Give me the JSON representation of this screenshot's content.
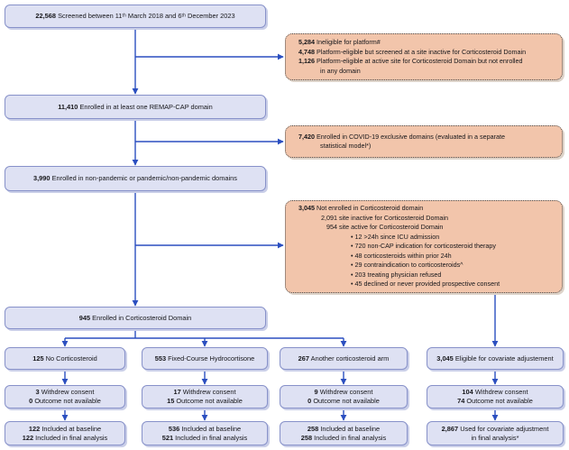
{
  "colors": {
    "box_fill": "#dee1f3",
    "box_border": "#8791c9",
    "exclusion_fill": "#f2c5ab",
    "exclusion_border": "#4d4d4d",
    "arrow": "#2b4fc0"
  },
  "main_flow": [
    {
      "n": "22,568",
      "text": "Screened between 11ᵗʰ March 2018 and 6ᵗʰ December 2023"
    },
    {
      "n": "11,410",
      "text": "Enrolled in at least one REMAP-CAP domain"
    },
    {
      "n": "3,990",
      "text": "Enrolled in non-pandemic or pandemic/non-pandemic domains"
    },
    {
      "n": "945",
      "text": "Enrolled in Corticosteroid Domain"
    }
  ],
  "exclusions": {
    "ineligible": {
      "lines": [
        {
          "n": "5,284",
          "text": "Ineligible for platform#"
        },
        {
          "n": "4,748",
          "text": "Platform-eligible but screened at a site inactive for Corticosteroid Domain"
        },
        {
          "n": "1,126",
          "text": "Platform-eligible at active site for Corticosteroid Domain but not enrolled"
        }
      ],
      "cont": "in any domain"
    },
    "covid_exclusive": {
      "n": "7,420",
      "text": "Enrolled in COVID-19 exclusive domains (evaluated in a separate",
      "cont": "statistical model*)"
    },
    "not_enrolled": {
      "n": "3,045",
      "text": "Not enrolled in Corticosteroid domain",
      "site_inactive": "2,091 site inactive for Corticosteroid Domain",
      "site_active": "954 site active for Corticosteroid Domain",
      "reasons": [
        "• 12 >24h since ICU admission",
        "• 720 non-CAP indication for corticosteroid therapy",
        "• 48 corticosteroids within prior 24h",
        "• 29 contraindication to corticosteroids^",
        "• 203 treating physician refused",
        "• 45 declined or never provided prospective consent"
      ]
    }
  },
  "arms": [
    {
      "allocation": {
        "n": "125",
        "text": "No Corticosteroid"
      },
      "attrition": [
        {
          "n": "3",
          "text": "Withdrew consent"
        },
        {
          "n": "0",
          "text": "Outcome not available"
        }
      ],
      "analysis": [
        {
          "n": "122",
          "text": "Included at baseline"
        },
        {
          "n": "122",
          "text": "Included in final analysis"
        }
      ]
    },
    {
      "allocation": {
        "n": "553",
        "text": "Fixed-Course Hydrocortisone"
      },
      "attrition": [
        {
          "n": "17",
          "text": "Withdrew consent"
        },
        {
          "n": "15",
          "text": "Outcome not available"
        }
      ],
      "analysis": [
        {
          "n": "536",
          "text": "Included at baseline"
        },
        {
          "n": "521",
          "text": "Included in final analysis"
        }
      ]
    },
    {
      "allocation": {
        "n": "267",
        "text": "Another corticosteroid arm"
      },
      "attrition": [
        {
          "n": "9",
          "text": "Withdrew consent"
        },
        {
          "n": "0",
          "text": "Outcome not available"
        }
      ],
      "analysis": [
        {
          "n": "258",
          "text": "Included at baseline"
        },
        {
          "n": "258",
          "text": "Included in final analysis"
        }
      ]
    },
    {
      "allocation": {
        "n": "3,045",
        "text": "Eligible for covariate adjustement"
      },
      "attrition": [
        {
          "n": "104",
          "text": "Withdrew consent"
        },
        {
          "n": "74",
          "text": "Outcome not available"
        }
      ],
      "analysis": [
        {
          "n": "2,867",
          "text": "Used for covariate adjustment"
        },
        {
          "n": "",
          "text": "in final analysis*"
        }
      ]
    }
  ]
}
